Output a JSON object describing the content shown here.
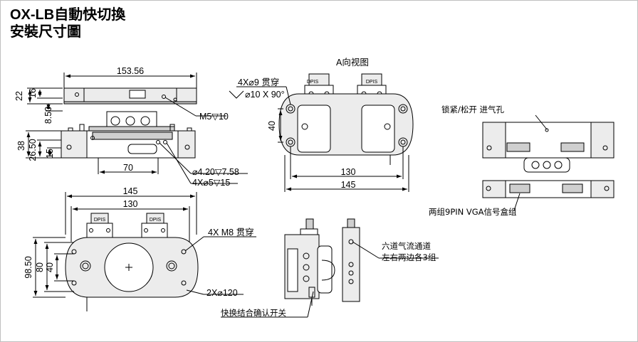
{
  "title": {
    "line1": "OX-LB自動快切換",
    "line2": "安裝尺寸圖"
  },
  "dims": {
    "top_width": "153.56",
    "h_22": "22",
    "h_16": "16",
    "h_8_50": "8.50",
    "m5": "M5▽10",
    "h_38": "38",
    "h_26_50": "26.50",
    "h_15": "15",
    "w_70": "70",
    "hole_4_20": "⌀4.20▽7.58",
    "hole_4x5": "4X⌀5▽15",
    "a_view": "A向视图",
    "hole_4x9": "4X⌀9 贯穿",
    "countersink": "⌀10 X 90°",
    "h_40_a": "40",
    "a_130": "130",
    "a_145": "145",
    "bot_145": "145",
    "bot_130": "130",
    "bot_98_50": "98.50",
    "bot_80": "80",
    "bot_40": "40",
    "m8": "4X M8 贯穿",
    "d120": "2X⌀120"
  },
  "notes": {
    "lock_port": "锁紧/松开  进气孔",
    "vga": "两组9PIN VGA信号盒组",
    "air_channels_1": "六道气流通道",
    "air_channels_2": "左右两边各3组",
    "switch": "快换结合确认开关"
  },
  "labels": {
    "dpis": "DPIS"
  },
  "colors": {
    "line": "#000000",
    "fill_dark": "#cfcfcf",
    "fill_light": "#ececec"
  }
}
